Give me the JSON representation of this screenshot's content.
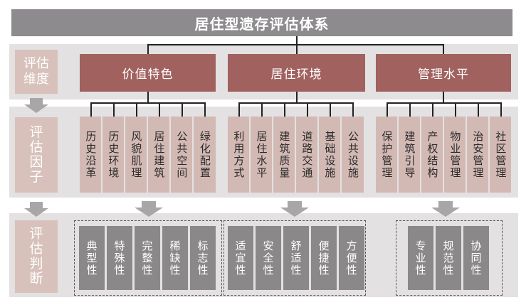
{
  "title": "居住型遗存评估体系",
  "rows": {
    "dimension": "评估\n维度",
    "factor": "评\n估\n因\n子",
    "judgment": "评\n估\n判\n断"
  },
  "dimensions": [
    {
      "label": "价值特色",
      "factors": [
        "历史沿革",
        "历史环境",
        "风貌肌理",
        "居住建筑",
        "公共空间",
        "绿化配置"
      ],
      "judgments": [
        "典型性",
        "特殊性",
        "完整性",
        "稀缺性",
        "标志性"
      ]
    },
    {
      "label": "居住环境",
      "factors": [
        "利用方式",
        "居住水平",
        "建筑质量",
        "道路交通",
        "基础设施",
        "公共设施"
      ],
      "judgments": [
        "适宜性",
        "安全性",
        "舒适性",
        "便捷性",
        "方便性"
      ]
    },
    {
      "label": "管理水平",
      "factors": [
        "保护管理",
        "建筑引导",
        "产权结构",
        "物业管理",
        "治安管理",
        "社区管理"
      ],
      "judgments": [
        "专业性",
        "规范性",
        "协同性"
      ]
    }
  ],
  "colors": {
    "title_bg": "#8d8b8d",
    "dimension_bg": "#a0615f",
    "factor_bg": "#d3b9b4",
    "row_label_bg": "#d8c1bb",
    "judgment_bg": "#8a8889",
    "band_bg": "#e3e1e1",
    "arrow": "#a8a6a7"
  }
}
